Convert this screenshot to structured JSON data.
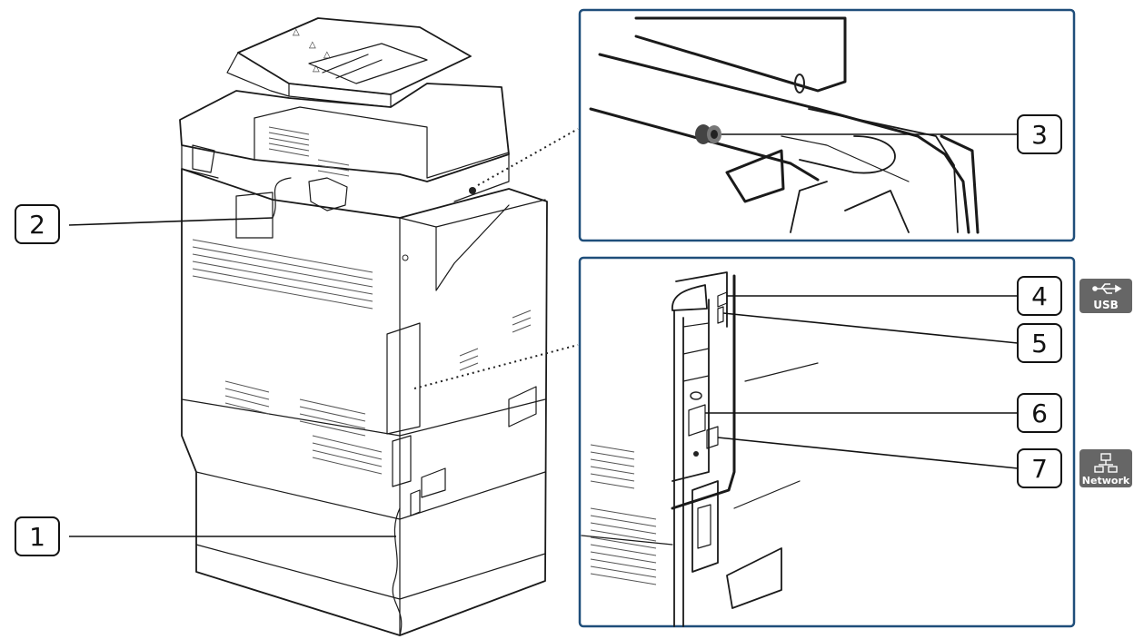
{
  "callouts": [
    {
      "num": "1"
    },
    {
      "num": "2"
    },
    {
      "num": "3"
    },
    {
      "num": "4"
    },
    {
      "num": "5"
    },
    {
      "num": "6"
    },
    {
      "num": "7"
    }
  ],
  "badges": {
    "usb": {
      "label": "USB",
      "icon": "usb-icon",
      "color": "#666666"
    },
    "network": {
      "label": "Network",
      "icon": "network-icon",
      "color": "#666666"
    }
  },
  "colors": {
    "panel_border": "#1f4e7a",
    "line": "#1a1a1a",
    "badge_bg": "#666666"
  }
}
